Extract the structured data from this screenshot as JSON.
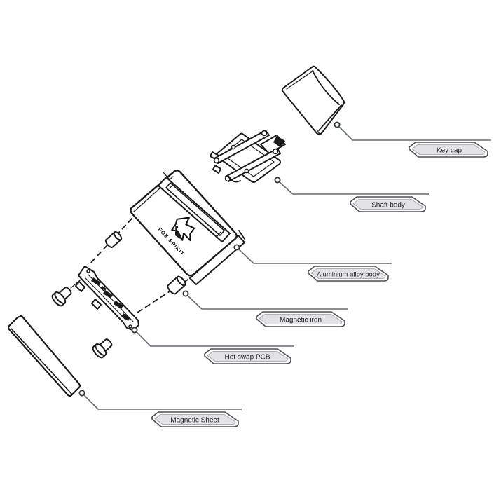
{
  "page": {
    "background": "#ffffff"
  },
  "diagram": {
    "kind": "exploded-view",
    "brand": {
      "name": "FOX SPIRIT",
      "logo": "fox-head-icon"
    },
    "labels": {
      "key_cap": "Key cap",
      "shaft_body": "Shaft body",
      "aluminium_alloy_body": "Aluminium alloy body",
      "magnetic_iron": "Magnetic iron",
      "hot_swap_pcb": "Hot swap PCB",
      "magnetic_sheet": "Magnetic Sheet"
    },
    "colors": {
      "line_art": "#1a1a1a",
      "leader_line": "#636a75",
      "tag_fill": "#e3e3e6",
      "tag_border": "#4b4e55",
      "tag_text": "#20242c"
    }
  }
}
